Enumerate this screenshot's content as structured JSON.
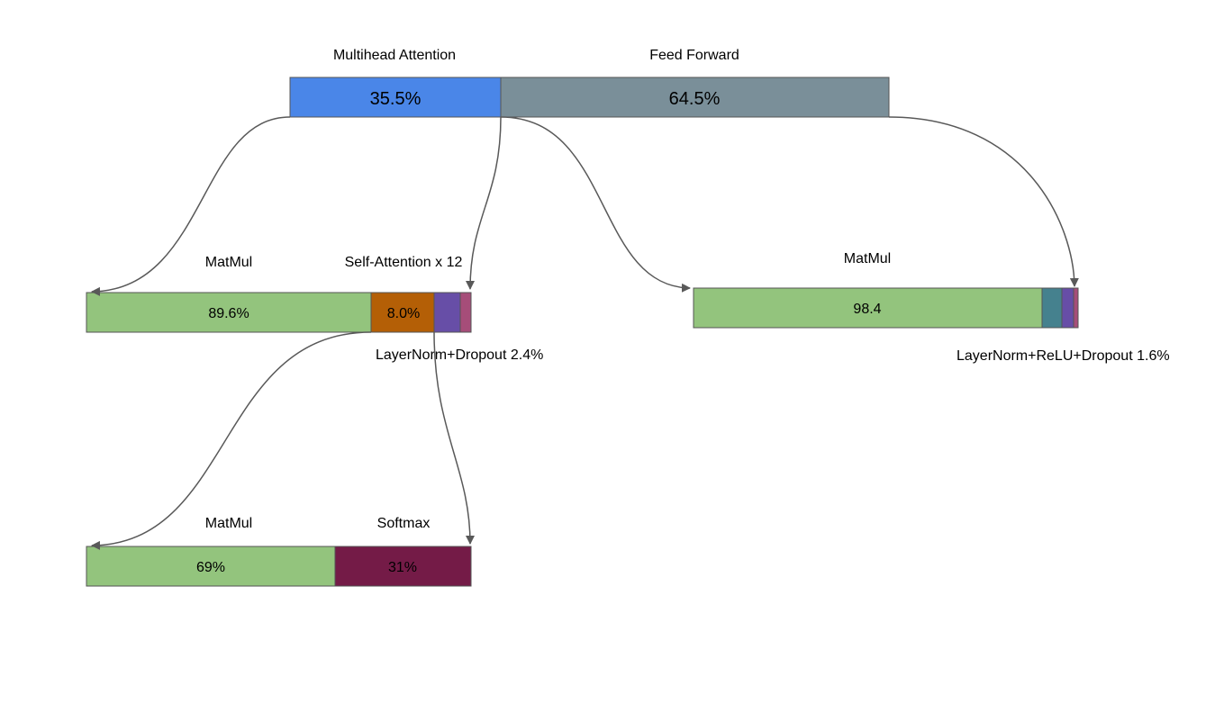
{
  "colors": {
    "multihead": "#4a86e8",
    "feed_forward": "#7a8f99",
    "matmul": "#93c47d",
    "self_attention": "#b45f06",
    "layernorm_dropout_a": "#674ea7",
    "layernorm_dropout_b": "#a64d79",
    "layernorm_relu_a": "#45818e",
    "layernorm_relu_b": "#674ea7",
    "layernorm_relu_c": "#a64d79",
    "softmax": "#741b47",
    "arrow": "#595959"
  },
  "top_bar": {
    "multihead_label": "Multihead Attention",
    "multihead_value": "35.5%",
    "multihead_pct": 35.5,
    "ff_label": "Feed Forward",
    "ff_value": "64.5%",
    "ff_pct": 64.5
  },
  "attention_bar": {
    "matmul_label": "MatMul",
    "matmul_value": "89.6%",
    "matmul_pct": 89.6,
    "self_attention_label": "Self-Attention x 12",
    "self_attention_value": "8.0%",
    "self_attention_pct": 8.0,
    "layernorm_note": "LayerNorm+Dropout  2.4%",
    "layernorm_pct": 2.4
  },
  "ff_bar": {
    "matmul_label": "MatMul",
    "matmul_value": "98.4",
    "matmul_pct": 98.4,
    "layernorm_note": "LayerNorm+ReLU+Dropout 1.6%",
    "layernorm_pct": 1.6
  },
  "self_attention_bar": {
    "matmul_label": "MatMul",
    "matmul_value": "69%",
    "matmul_pct": 69,
    "softmax_label": "Softmax",
    "softmax_value": "31%",
    "softmax_pct": 31
  }
}
